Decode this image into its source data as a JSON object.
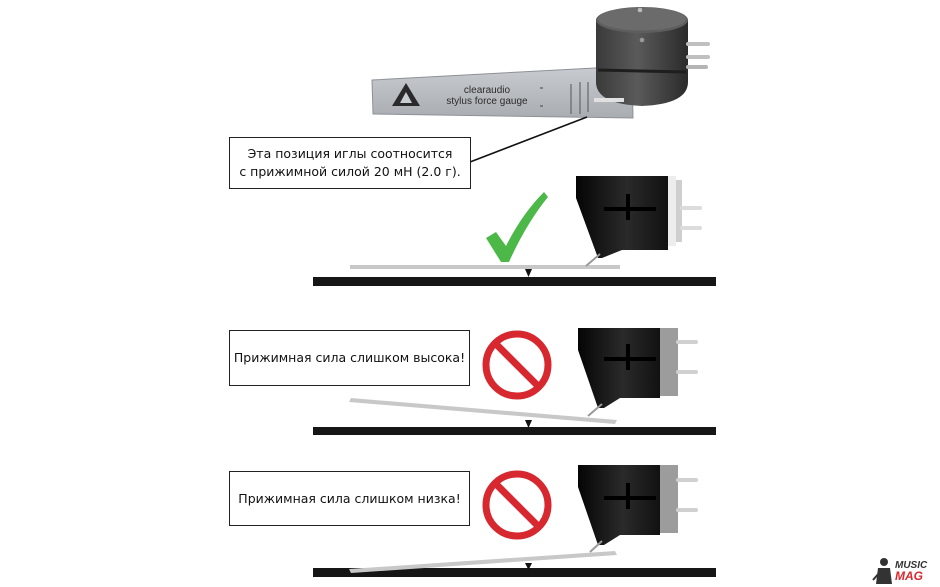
{
  "gauge": {
    "brand": "clearaudio",
    "product": "stylus force gauge"
  },
  "callouts": {
    "correct": {
      "line1": "Эта позиция иглы соотносится",
      "line2": "с прижимной силой 20 мН (2.0 г)."
    },
    "too_high": "Прижимная сила слишком высока!",
    "too_low": "Прижимная сила слишком низка!"
  },
  "watermark": {
    "line1": "MUSIC",
    "line2": "MAG"
  },
  "colors": {
    "check": "#4cb848",
    "prohibit": "#d7282f",
    "beam": "#c8c8c8",
    "record": "#161616"
  },
  "icons": {
    "correct_marker": "check-mark-icon",
    "wrong_marker": "prohibition-icon"
  }
}
